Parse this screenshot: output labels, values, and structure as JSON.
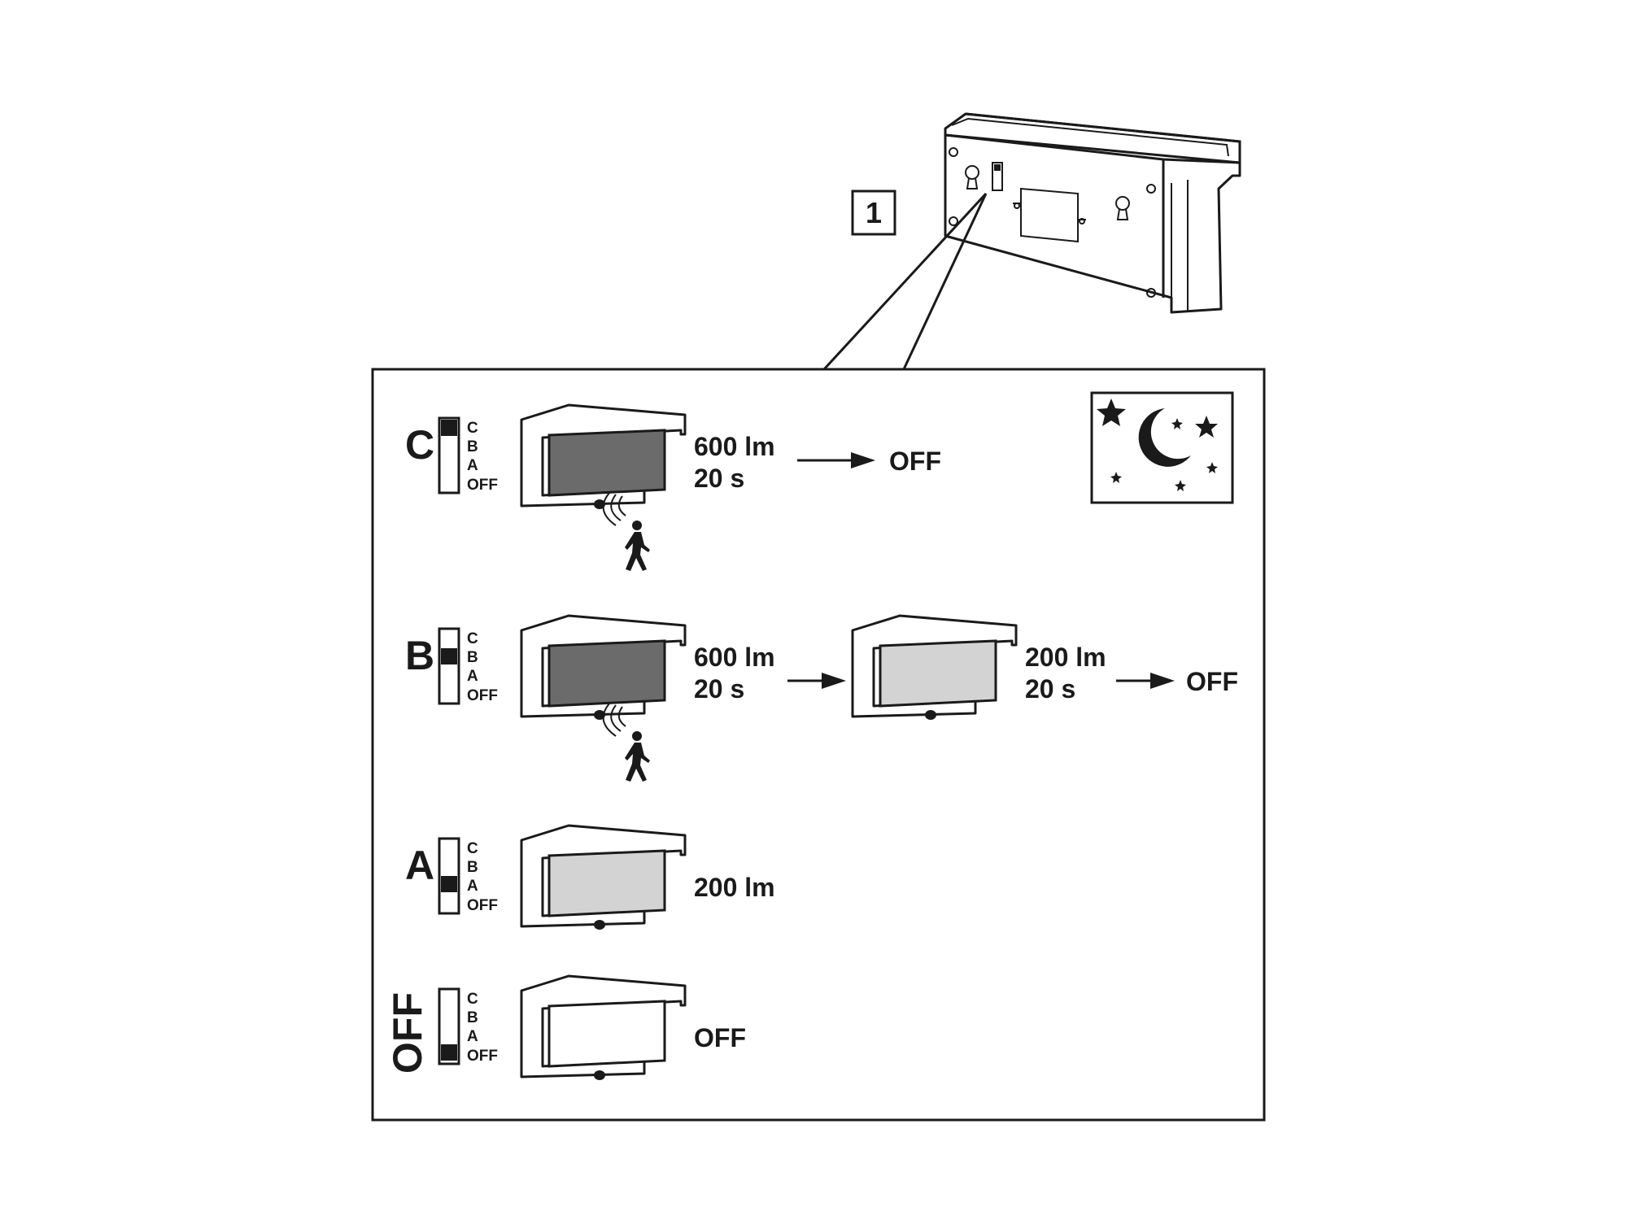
{
  "step_number": "1",
  "switch_positions": [
    "C",
    "B",
    "A",
    "OFF"
  ],
  "modes": [
    {
      "mode": "C",
      "selected": "C",
      "stage1": {
        "brightness": "600 lm",
        "duration": "20 s",
        "lamp": "bright"
      },
      "end": "OFF",
      "motion_sensor": true
    },
    {
      "mode": "B",
      "selected": "B",
      "stage1": {
        "brightness": "600 lm",
        "duration": "20 s",
        "lamp": "bright"
      },
      "stage2": {
        "brightness": "200 lm",
        "duration": "20 s",
        "lamp": "dim"
      },
      "end": "OFF",
      "motion_sensor": true
    },
    {
      "mode": "A",
      "selected": "A",
      "stage1": {
        "brightness": "200 lm",
        "lamp": "dim"
      }
    },
    {
      "mode": "OFF",
      "selected": "OFF",
      "stage1": {
        "brightness": "OFF",
        "lamp": "off"
      }
    }
  ],
  "night_icon": "moon-and-stars-icon",
  "colors": {
    "lamp_bright": "#6b6b6b",
    "lamp_dim": "#d3d3d3",
    "lamp_off": "#ffffff",
    "line": "#1a1a1a"
  }
}
